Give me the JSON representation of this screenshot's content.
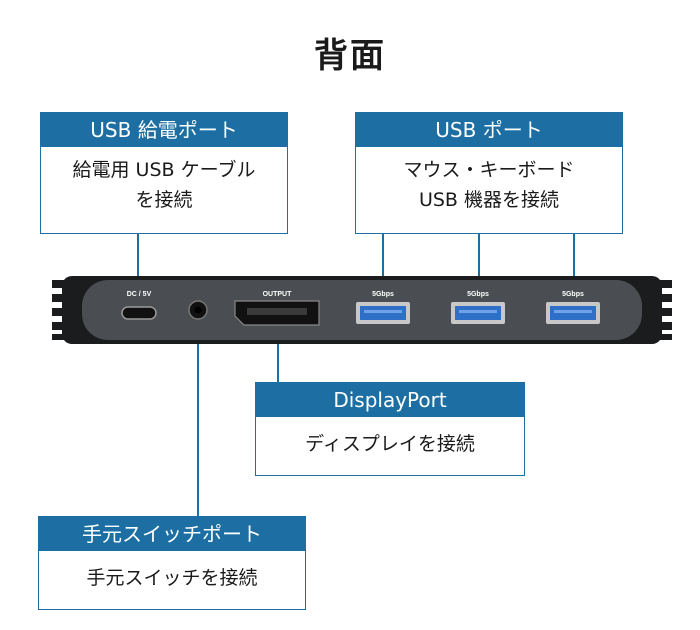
{
  "title": "背面",
  "callouts": {
    "usb_power": {
      "header": "USB 給電ポート",
      "body_line1": "給電用 USB ケーブル",
      "body_line2": "を接続"
    },
    "usb_port": {
      "header": "USB ポート",
      "body_line1": "マウス・キーボード",
      "body_line2": "USB 機器を接続"
    },
    "displayport": {
      "header": "DisplayPort",
      "body_line1": "ディスプレイを接続"
    },
    "hand_switch": {
      "header": "手元スイッチポート",
      "body_line1": "手元スイッチを接続"
    }
  },
  "device": {
    "dc_label": "DC / 5V",
    "output_label": "OUTPUT",
    "usb_speed_1": "5Gbps",
    "usb_speed_2": "5Gbps",
    "usb_speed_3": "5Gbps"
  },
  "colors": {
    "accent": "#1d6fa3",
    "device_body": "#4a4e52",
    "device_frame": "#1b1c1e",
    "usb_blue": "#2f6fc7"
  }
}
